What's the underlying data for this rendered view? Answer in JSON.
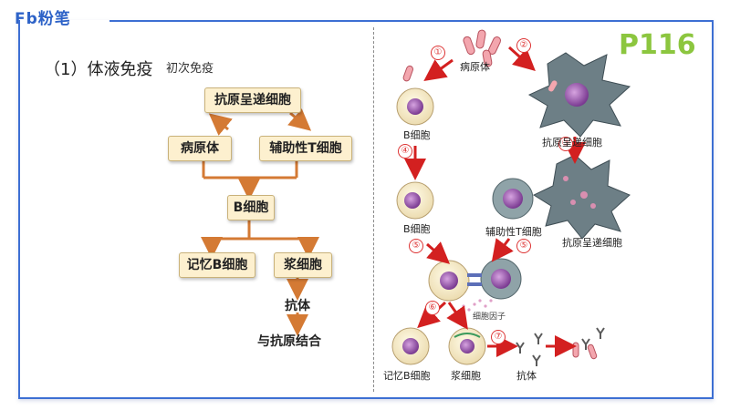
{
  "brand": "Fb粉笔",
  "page_number": "P116",
  "section": {
    "title": "（1）体液免疫",
    "subtitle": "初次免疫"
  },
  "flowchart": {
    "apc": "抗原呈递细胞",
    "pathogen": "病原体",
    "helper_t": "辅助性T细胞",
    "b_cell": "B细胞",
    "memory_b": "记忆B细胞",
    "plasma": "浆细胞",
    "antibody": "抗体",
    "bind_antigen": "与抗原结合"
  },
  "illustration": {
    "steps": [
      "①",
      "②",
      "③",
      "④",
      "⑤",
      "⑤",
      "⑥",
      "⑦"
    ],
    "labels": {
      "pathogen": "病原体",
      "apc_top": "抗原呈递细胞",
      "b_cell_top": "B细胞",
      "b_cell_mid": "B细胞",
      "helper_t": "辅助性T细胞",
      "apc_mid": "抗原呈递细胞",
      "cytokine": "细胞因子",
      "memory_b": "记忆B细胞",
      "plasma": "浆细胞",
      "antibody": "抗体"
    }
  },
  "colors": {
    "frame": "#3d6fd3",
    "page_number": "#8cc63f",
    "box_fill": "#fdf0cf",
    "arrow_orange": "#d47a34",
    "arrow_red": "#d32020"
  }
}
